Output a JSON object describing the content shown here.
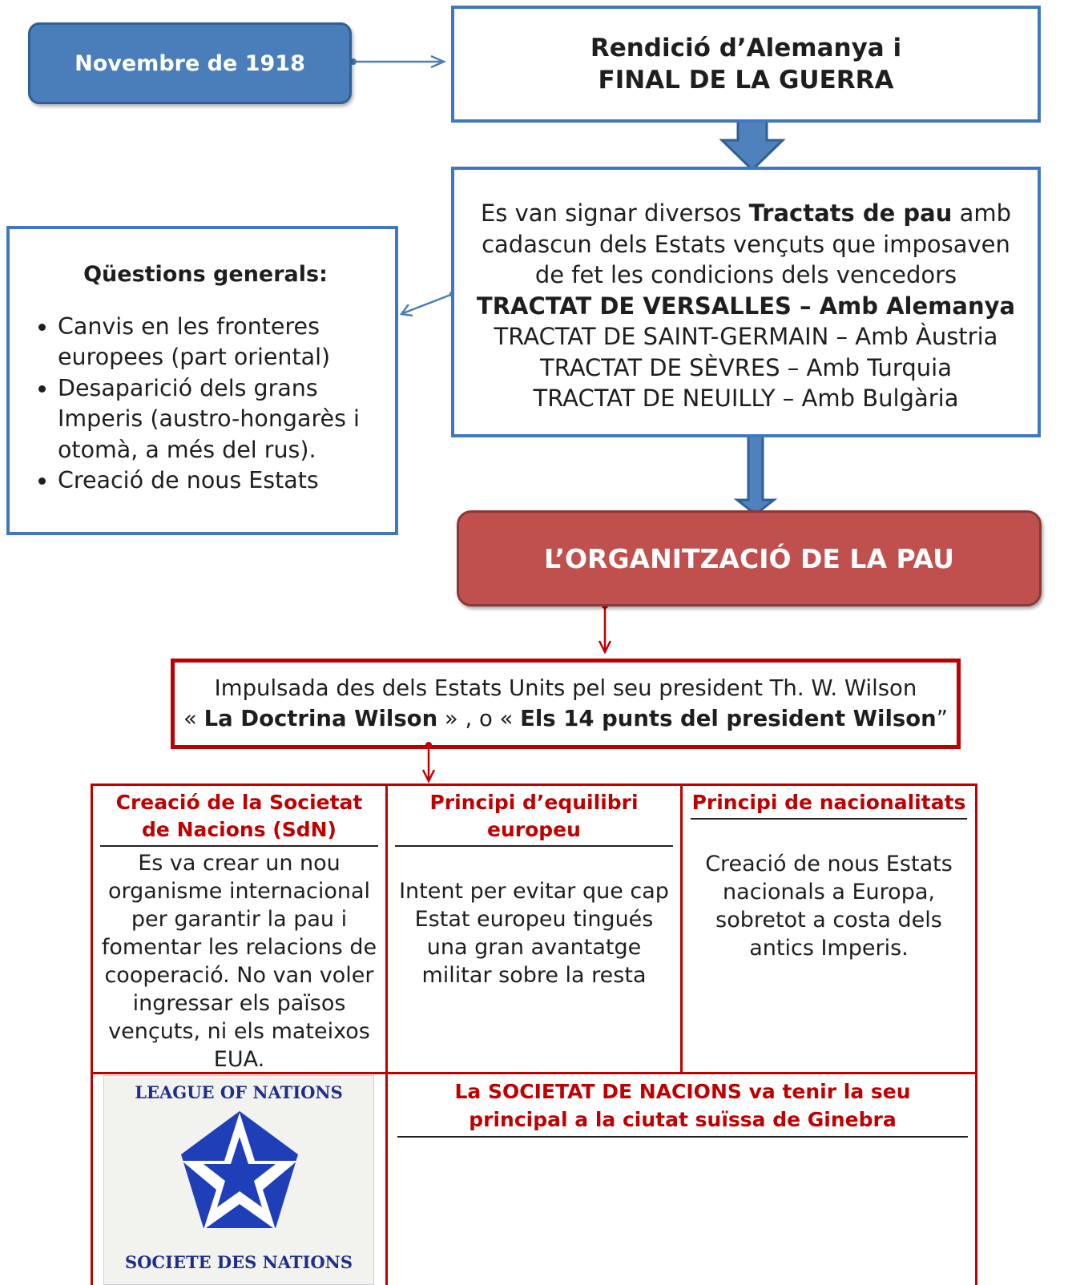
{
  "date_box": {
    "label": "Novembre de 1918"
  },
  "end_war": {
    "line1": "Rendició d’Alemanya i",
    "line2": "FINAL DE LA GUERRA"
  },
  "treaties": {
    "intro_before": "Es van signar diversos ",
    "intro_bold": "Tractats de pau",
    "intro_after": " amb cadascun dels Estats vençuts que imposaven de fet les condicions dels vencedors",
    "items": [
      "TRACTAT DE VERSALLES – Amb Alemanya",
      "TRACTAT DE SAINT-GERMAIN – Amb Àustria",
      "TRACTAT DE SÈVRES – Amb Turquia",
      "TRACTAT DE NEUILLY – Amb Bulgària"
    ]
  },
  "general": {
    "title": "Qüestions generals:",
    "items": [
      "Canvis en les fronteres europees (part oriental)",
      "Desaparició dels grans Imperis (austro-hongarès i otomà, a més del rus).",
      "Creació de nous Estats"
    ]
  },
  "peace_org": {
    "label": "L’ORGANITZACIÓ DE LA PAU"
  },
  "wilson": {
    "line1": "Impulsada des dels Estats Units pel seu president Th. W. Wilson",
    "open1": "« ",
    "bold1": "La Doctrina Wilson",
    "mid": " » , o « ",
    "bold2": "Els 14 punts del president Wilson",
    "close": "”"
  },
  "columns": [
    {
      "title": "Creació de la Societat de Nacions (SdN)",
      "body": "Es va crear un nou organisme internacional per garantir la pau i fomentar les relacions de cooperació. No van voler ingressar els països vençuts, ni els mateixos EUA."
    },
    {
      "title": "Principi d’equilibri europeu",
      "body": "Intent per evitar que cap Estat europeu tingués una gran avantatge militar sobre la resta"
    },
    {
      "title": "Principi de nacionalitats",
      "body": "Creació de nous Estats nacionals a Europa, sobretot a costa dels antics Imperis."
    }
  ],
  "logo": {
    "top_text": "LEAGUE OF NATIONS",
    "bottom_text": "SOCIETE DES NATIONS"
  },
  "geneva": {
    "text": "La SOCIETAT DE NACIONS va tenir la seu principal a la ciutat suïssa de Ginebra"
  },
  "colors": {
    "blue_box": "#4a7ebb",
    "blue_border": "#3f78c0",
    "red_box": "#c0504d",
    "red_accent": "#c00000",
    "logo_blue": "#1f3fb8"
  }
}
